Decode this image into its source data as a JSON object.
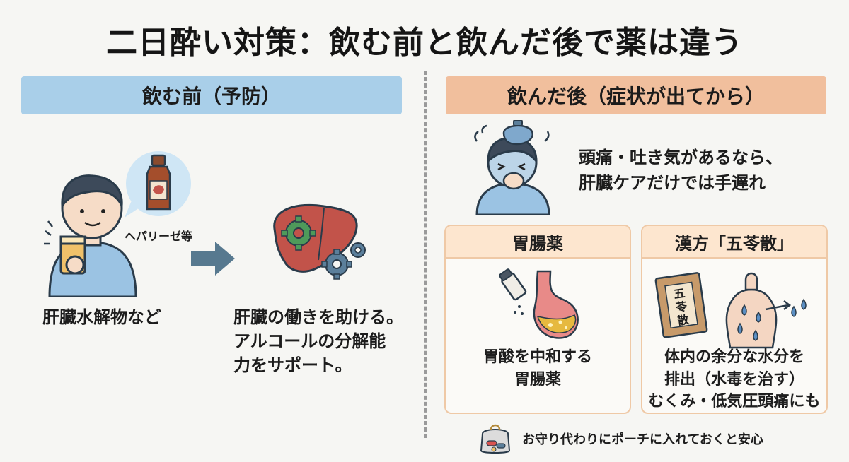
{
  "title": "二日酔い対策：飲む前と飲んだ後で薬は違う",
  "before": {
    "header": "飲む前（予防）",
    "bubble_label": "ヘパリーゼ等",
    "caption_left": "肝臓水解物など",
    "caption_right": [
      "肝臓の働きを助ける。",
      "アルコールの分解能",
      "力をサポート。"
    ]
  },
  "after": {
    "header": "飲んだ後（症状が出てから）",
    "symptom_text": [
      "頭痛・吐き気があるなら、",
      "肝臓ケアだけでは手遅れ"
    ],
    "card_gastro": {
      "title": "胃腸薬",
      "desc": [
        "胃酸を中和する",
        "胃腸薬"
      ]
    },
    "card_kampo": {
      "title": "漢方「五苓散」",
      "package_label": "五苓散",
      "desc": [
        "体内の余分な水分を",
        "排出（水毒を治す）"
      ],
      "note": "むくみ・低気圧頭痛にも"
    },
    "footer": "お守り代わりにポーチに入れておくと安心"
  },
  "colors": {
    "blue_banner": "#a9cfe9",
    "orange_banner": "#f1bf9d",
    "card_header": "#fde6cf",
    "liver": "#c2534a",
    "gear_green": "#4e9a5a",
    "gear_blue": "#5b7f9b",
    "arrow": "#57798f"
  }
}
